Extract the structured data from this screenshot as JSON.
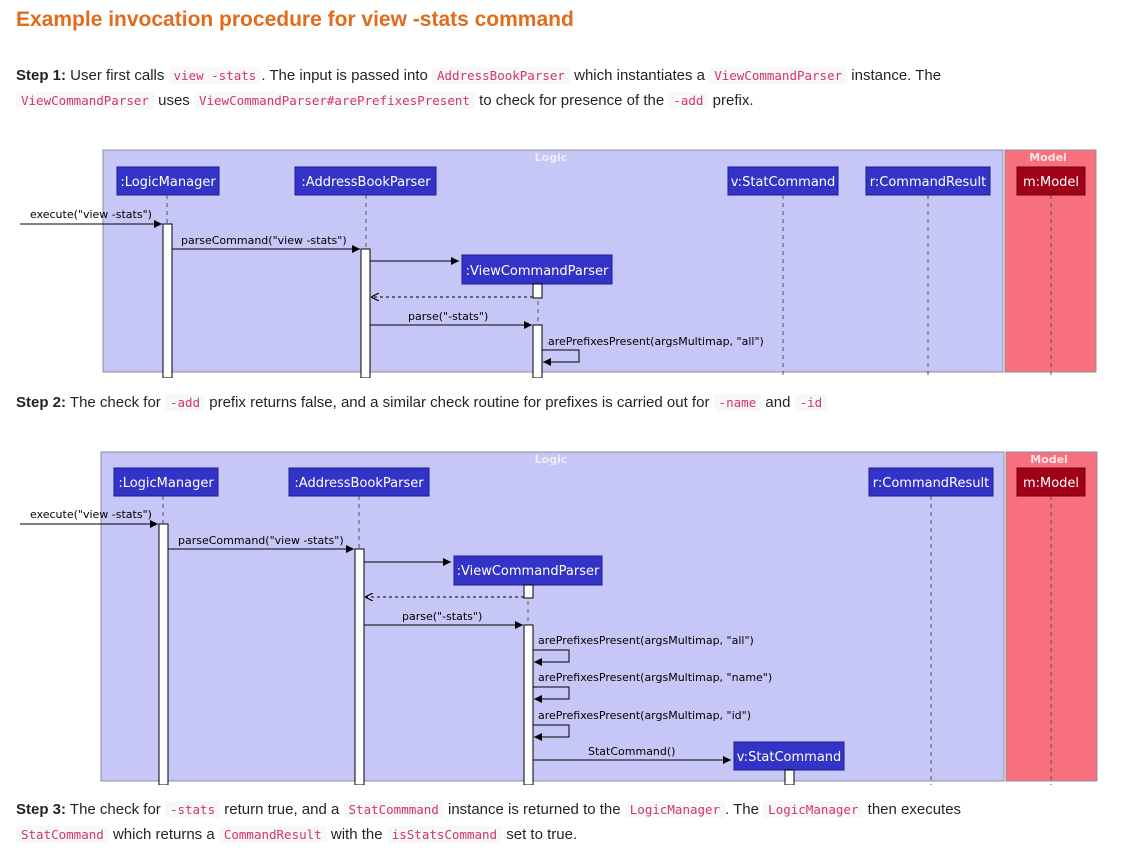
{
  "title": "Example invocation procedure for view -stats command",
  "step1": {
    "label": "Step 1:",
    "t1": " User first calls ",
    "c1": "view -stats",
    "t2": ". The input is passed into ",
    "c2": "AddressBookParser",
    "t3": " which instantiates a ",
    "c3": "ViewCommandParser",
    "t4": " instance. The ",
    "c4": "ViewCommandParser",
    "t5": " uses ",
    "c5": "ViewCommandParser#arePrefixesPresent",
    "t6": " to check for presence of the ",
    "c6": "-add",
    "t7": " prefix."
  },
  "step2": {
    "label": "Step 2:",
    "t1": " The check for ",
    "c1": "-add",
    "t2": " prefix returns false, and a similar check routine for prefixes is carried out for ",
    "c2": "-name",
    "t3": " and ",
    "c3": "-id"
  },
  "step3": {
    "label": "Step 3:",
    "t1": " The check for ",
    "c1": "-stats",
    "t2": " return true, and a ",
    "c2": "StatCommmand",
    "t3": " instance is returned to the ",
    "c3": "LogicManager",
    "t4": ". The ",
    "c4": "LogicManager",
    "t5": " then executes ",
    "c5": "StatCommand",
    "t6": " which returns a ",
    "c6": "CommandResult",
    "t7": " with the ",
    "c7": "isStatsCommand",
    "t8": " set to true."
  },
  "diagram1": {
    "logic_label": "Logic",
    "model_label": "Model",
    "participants": {
      "logic_manager": ":LogicManager",
      "address_book_parser": ":AddressBookParser",
      "stat_command": "v:StatCommand",
      "command_result": "r:CommandResult",
      "model": "m:Model",
      "view_command_parser": ":ViewCommandParser"
    },
    "messages": {
      "execute": "execute(\"view -stats\")",
      "parse_command": "parseCommand(\"view -stats\")",
      "parse": "parse(\"-stats\")",
      "prefix_all": "arePrefixesPresent(argsMultimap, \"all\")"
    }
  },
  "diagram2": {
    "logic_label": "Logic",
    "model_label": "Model",
    "participants": {
      "logic_manager": ":LogicManager",
      "address_book_parser": ":AddressBookParser",
      "command_result": "r:CommandResult",
      "model": "m:Model",
      "view_command_parser": ":ViewCommandParser",
      "stat_command": "v:StatCommand"
    },
    "messages": {
      "execute": "execute(\"view -stats\")",
      "parse_command": "parseCommand(\"view -stats\")",
      "parse": "parse(\"-stats\")",
      "prefix_all": "arePrefixesPresent(argsMultimap, \"all\")",
      "prefix_name": "arePrefixesPresent(argsMultimap, \"name\")",
      "prefix_id": "arePrefixesPresent(argsMultimap, \"id\")",
      "stat_command_ctor": "StatCommand()"
    }
  },
  "colors": {
    "heading": "#e06c1c",
    "logic_box": "#c7c7f7",
    "model_box": "#f86f7e",
    "participant": "#3333c8",
    "model_participant": "#a00018",
    "code": "#d6336c"
  }
}
